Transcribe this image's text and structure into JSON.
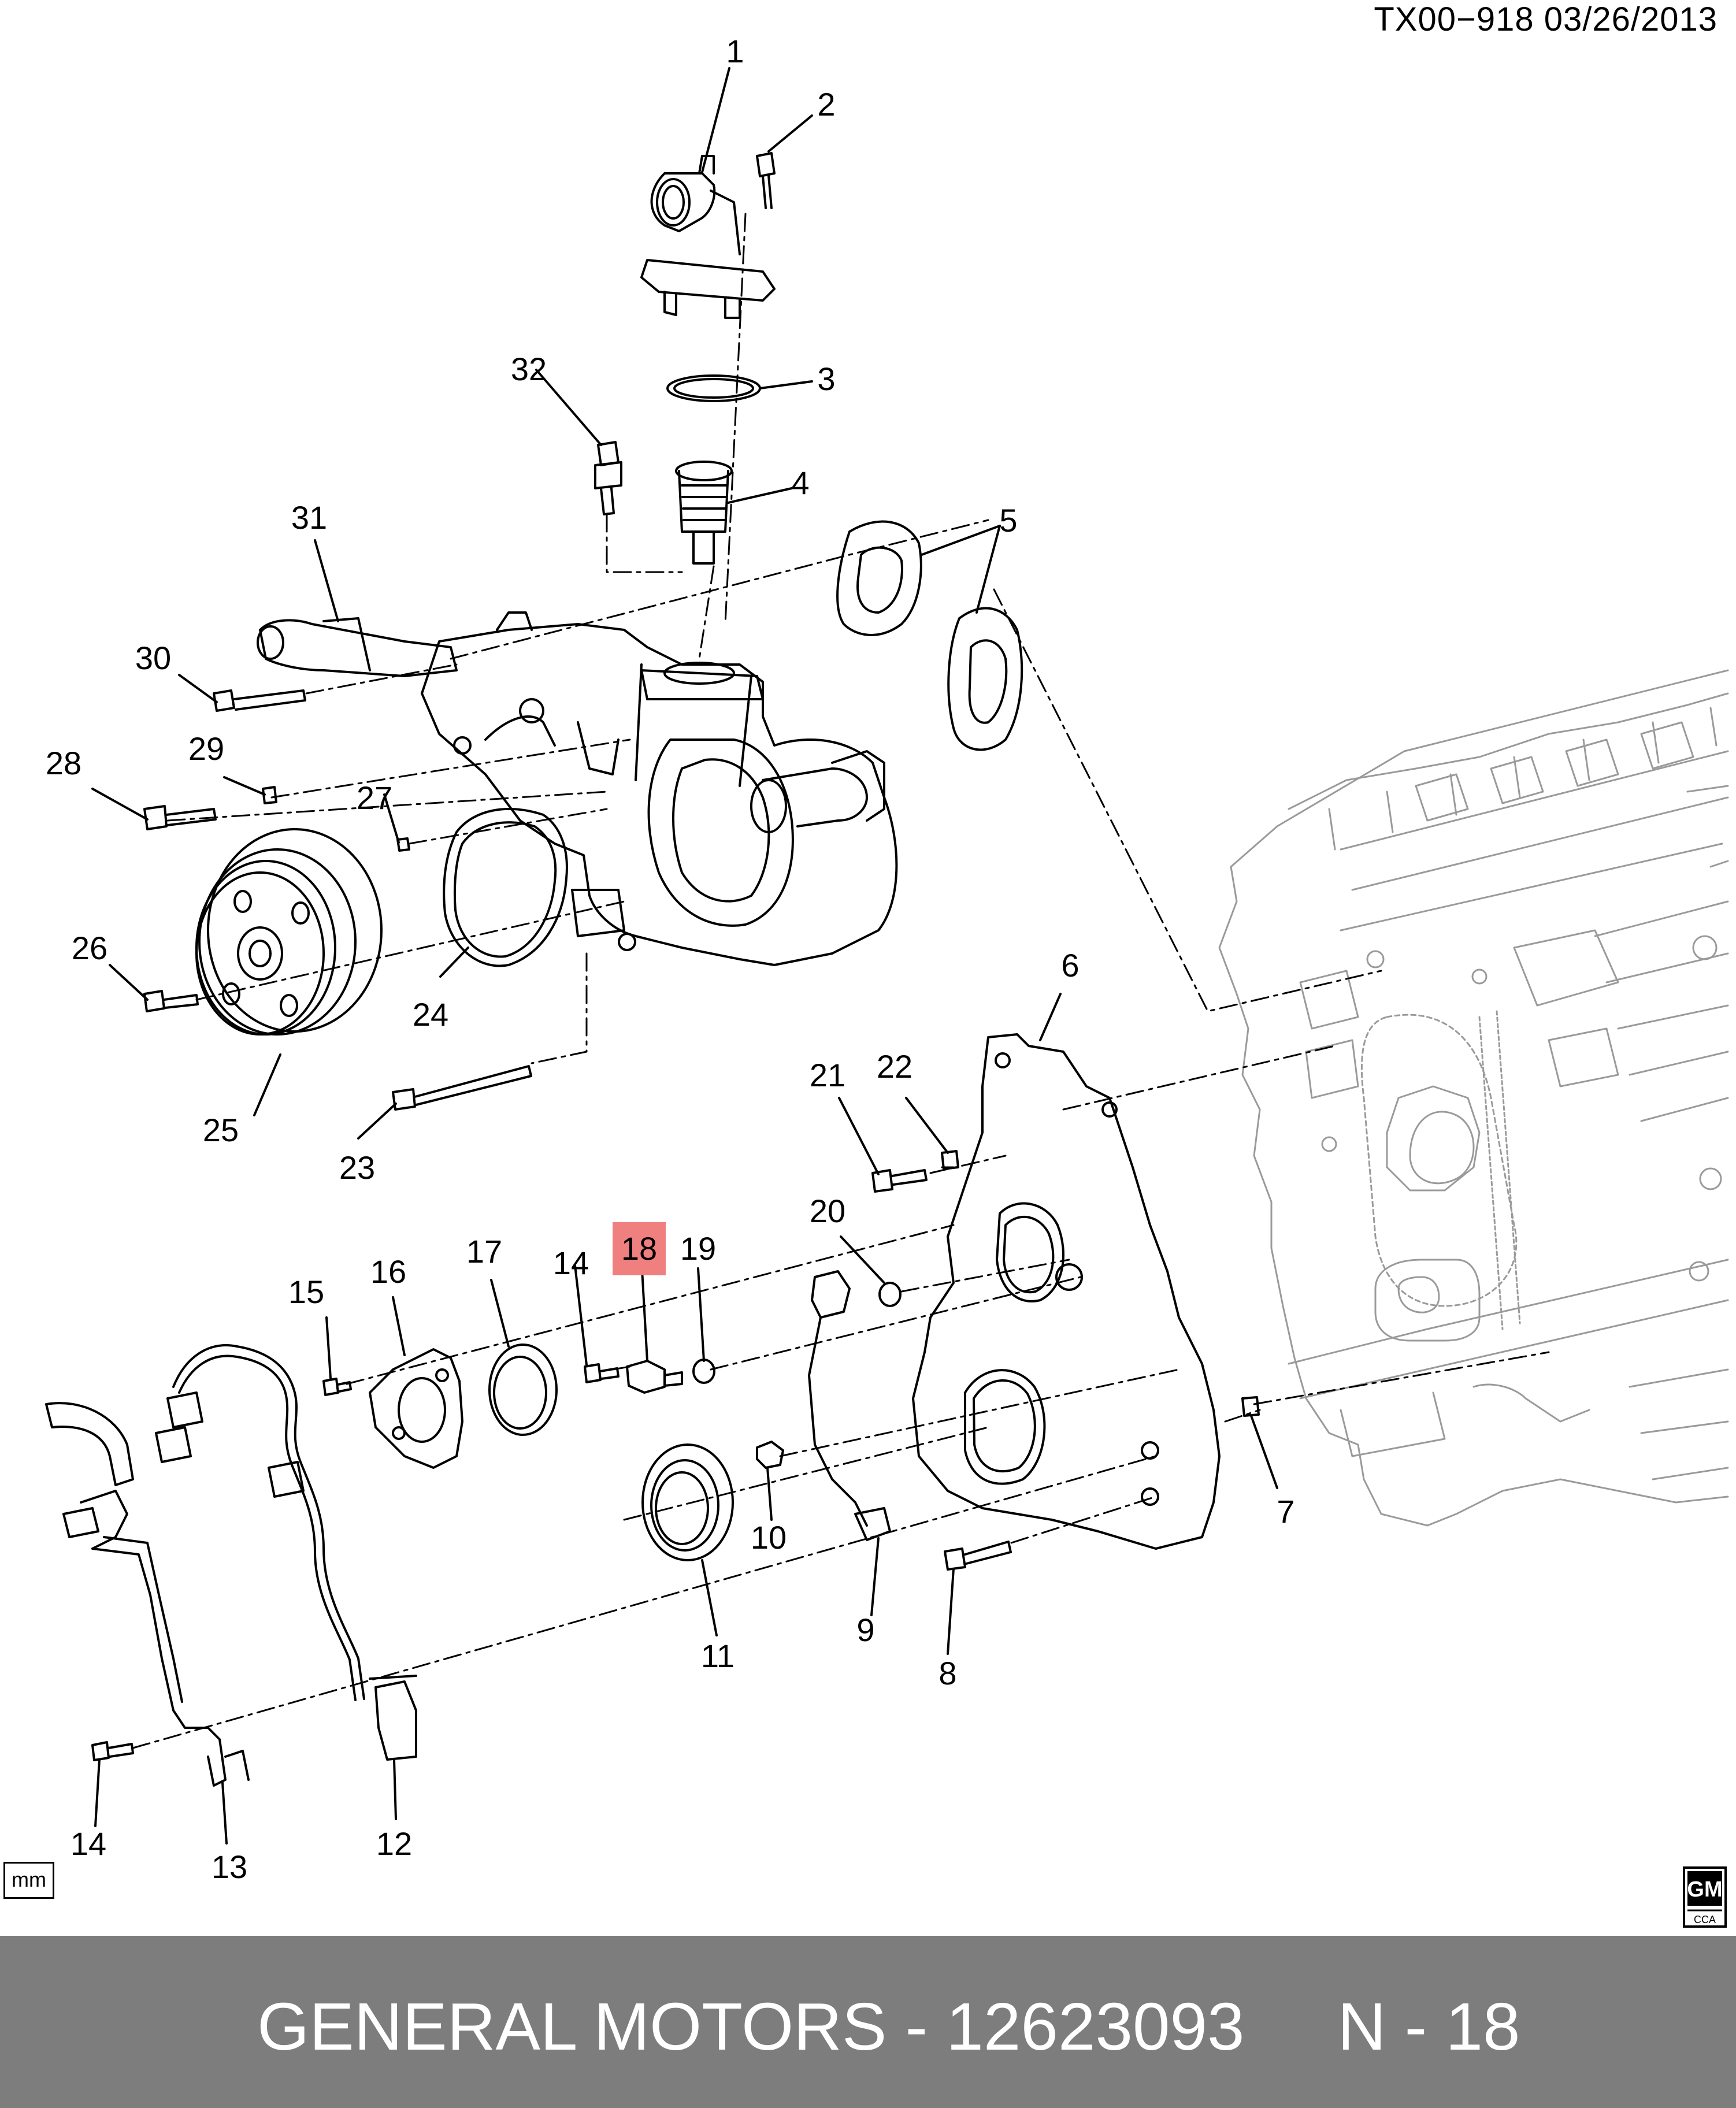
{
  "header": {
    "doc_id": "TX00−918  03/26/2013"
  },
  "highlight_label": "18",
  "callouts": [
    "1",
    "2",
    "3",
    "4",
    "5",
    "6",
    "7",
    "8",
    "9",
    "10",
    "11",
    "12",
    "13",
    "14",
    "14",
    "15",
    "16",
    "17",
    "19",
    "20",
    "21",
    "22",
    "23",
    "24",
    "25",
    "26",
    "27",
    "28",
    "29",
    "30",
    "31",
    "32"
  ],
  "footer": {
    "text": "GENERAL MOTORS - 12623093     N - 18"
  },
  "unit_badge": "mm",
  "logo": {
    "top": "GM",
    "bottom": "CCA"
  },
  "colors": {
    "highlight": "#f08080",
    "footer_bg": "#7d7d7d",
    "line": "#000000"
  }
}
